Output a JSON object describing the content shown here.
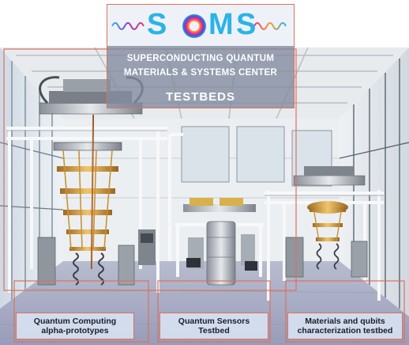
{
  "logo": {
    "letters": [
      "S",
      "Q",
      "M",
      "S"
    ],
    "name_line1": "SUPERCONDUCTING QUANTUM",
    "name_line2": "MATERIALS & SYSTEMS CENTER",
    "title": "TESTBEDS"
  },
  "captions": [
    {
      "text": "Quantum Computing\nalpha-prototypes"
    },
    {
      "text": "Quantum Sensors\nTestbed"
    },
    {
      "text": "Materials and qubits\ncharacterization testbed"
    }
  ],
  "colors": {
    "accent_border": "#d9725e",
    "floor": "#a3a7c4",
    "gold": "#d2a24a",
    "copper": "#c87a3b"
  },
  "icons": [
    "dilution-refrigerator-icon",
    "sensor-cylinder-icon",
    "wavy-signal-icon"
  ]
}
